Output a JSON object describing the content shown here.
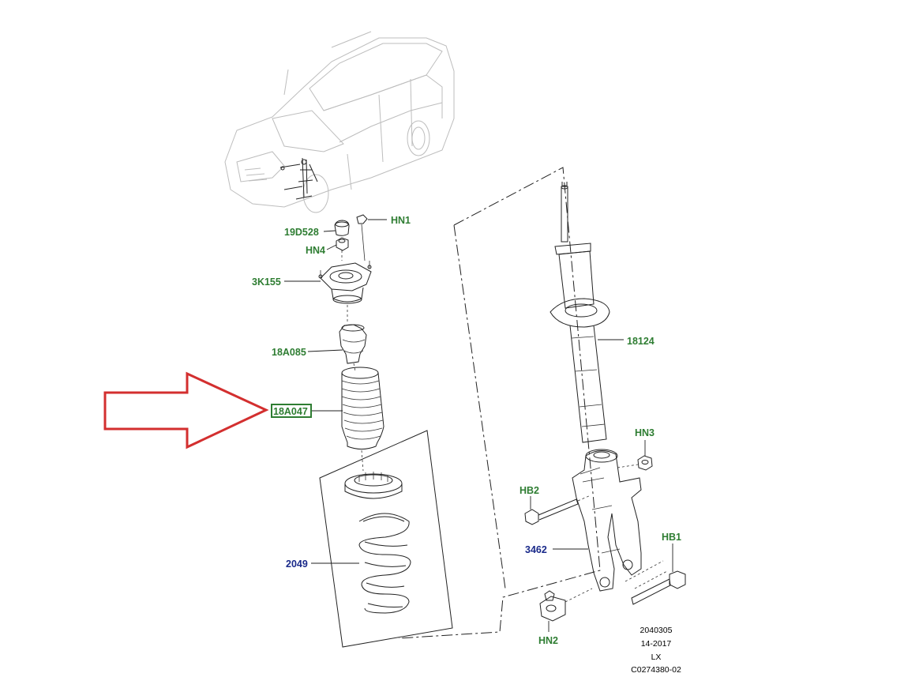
{
  "labels": {
    "hn1": "HN1",
    "p19d528": "19D528",
    "hn4": "HN4",
    "p3k155": "3K155",
    "p18a085": "18A085",
    "p18a047": "18A047",
    "p2049": "2049",
    "p18124": "18124",
    "hn3": "HN3",
    "hb2": "HB2",
    "p3462": "3462",
    "hb1": "HB1",
    "hn2": "HN2"
  },
  "info": {
    "line1": "2040305",
    "line2": "14-2017",
    "line3": "LX",
    "line4": "C0274380-02"
  },
  "colors": {
    "label_green": "#2e7d32",
    "label_blue": "#1a2a8a",
    "arrow_red": "#d32f2f",
    "highlight_box": "#2e7d32"
  },
  "highlight": "18A047"
}
